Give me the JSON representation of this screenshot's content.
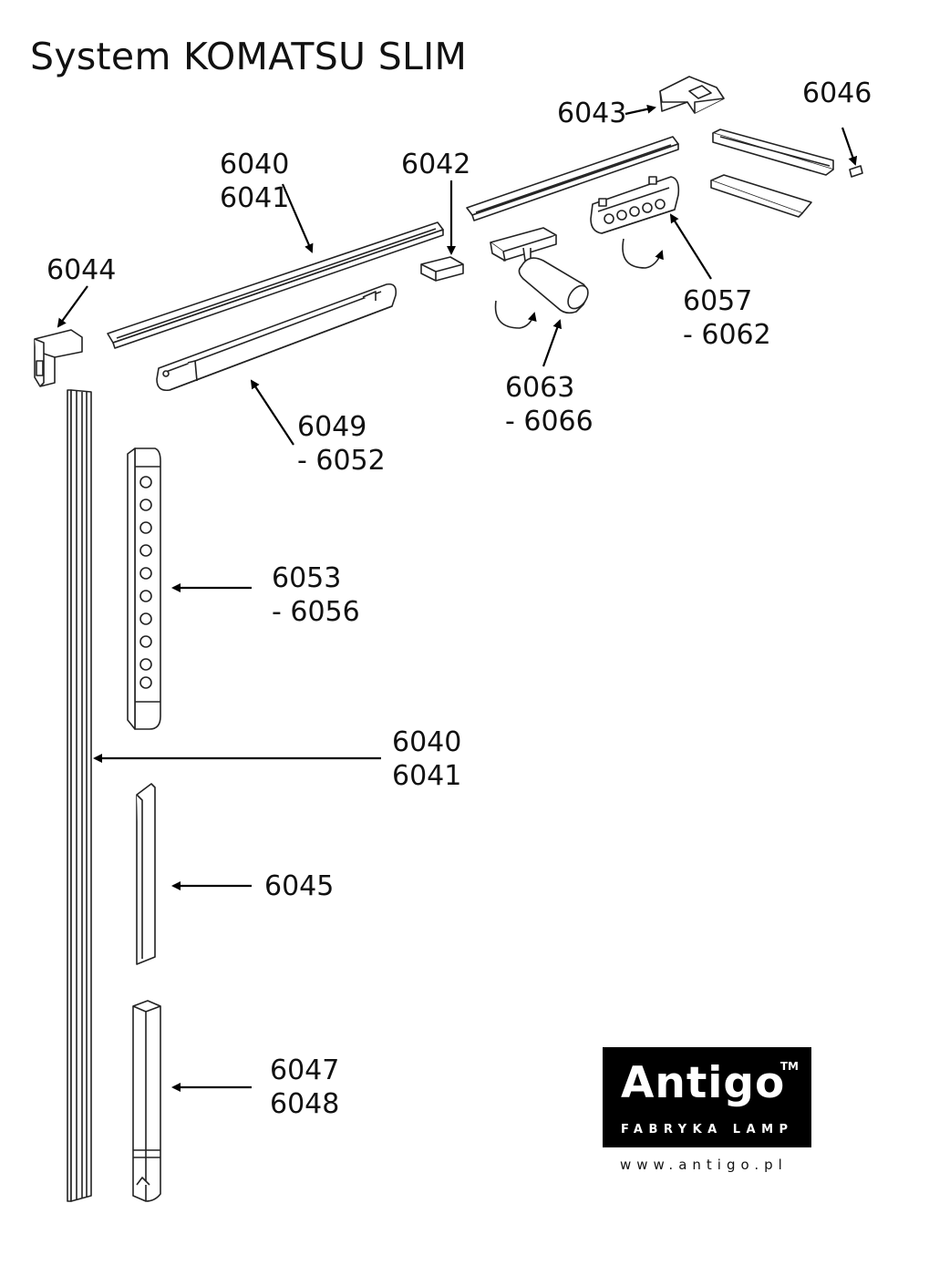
{
  "title": "System KOMATSU SLIM",
  "labels": {
    "l6043": "6043",
    "l6046": "6046",
    "l6040a": [
      "6040",
      "6041"
    ],
    "l6042": "6042",
    "l6044": "6044",
    "l6057": [
      "6057",
      "- 6062"
    ],
    "l6063": [
      "6063",
      "- 6066"
    ],
    "l6049": [
      "6049",
      "- 6052"
    ],
    "l6053": [
      "6053",
      "- 6056"
    ],
    "l6040b": [
      "6040",
      "6041"
    ],
    "l6045": "6045",
    "l6047": [
      "6047",
      "6048"
    ]
  },
  "logo": {
    "brand": "Antigo",
    "tm": "TM",
    "tagline": "FABRYKA LAMP",
    "website": "www.antigo.pl"
  }
}
